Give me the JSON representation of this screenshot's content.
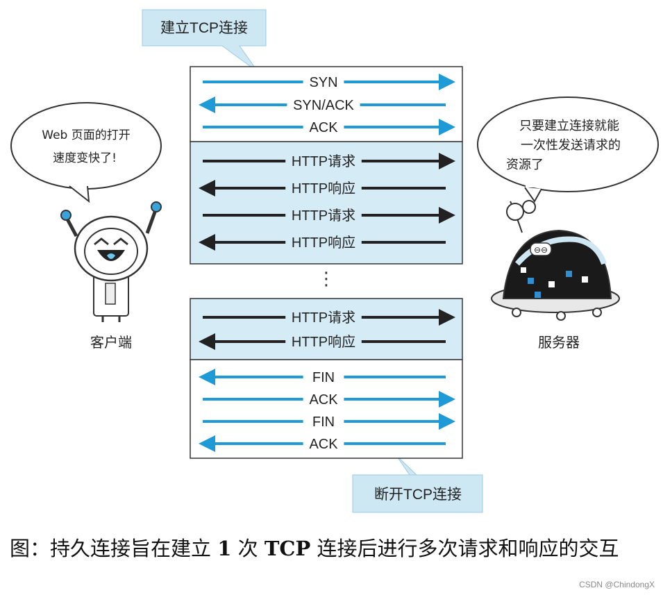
{
  "callouts": {
    "top": "建立TCP连接",
    "bottom": "断开TCP连接"
  },
  "speech": {
    "client_line1": "Web 页面的打开",
    "client_line2": "速度变快了!",
    "server_line1": "只要建立连接就能",
    "server_line2": "一次性发送请求的",
    "server_line3": "资源了"
  },
  "actors": {
    "client": "客户端",
    "server": "服务器"
  },
  "handshake": [
    {
      "label": "SYN",
      "dir": "right"
    },
    {
      "label": "SYN/ACK",
      "dir": "left"
    },
    {
      "label": "ACK",
      "dir": "right"
    }
  ],
  "http_block1": [
    {
      "label": "HTTP请求",
      "dir": "right"
    },
    {
      "label": "HTTP响应",
      "dir": "left"
    },
    {
      "label": "HTTP请求",
      "dir": "right"
    },
    {
      "label": "HTTP响应",
      "dir": "left"
    }
  ],
  "ellipsis": "⋮",
  "http_block2": [
    {
      "label": "HTTP请求",
      "dir": "right"
    },
    {
      "label": "HTTP响应",
      "dir": "left"
    }
  ],
  "teardown": [
    {
      "label": "FIN",
      "dir": "left"
    },
    {
      "label": "ACK",
      "dir": "right"
    },
    {
      "label": "FIN",
      "dir": "right"
    },
    {
      "label": "ACK",
      "dir": "left"
    }
  ],
  "colors": {
    "tcp_arrow": "#1e9ad6",
    "http_arrow": "#222222",
    "shaded": "#d5ebf6",
    "callout": "#cde7f3",
    "robot_eye": "#1e9ad6"
  },
  "caption": {
    "prefix": "图：持久连接旨在建立 ",
    "num": "1",
    "mid": " 次 ",
    "tcp": "TCP",
    "suffix": " 连接后进行多次请求和响应的交互"
  },
  "watermark": "CSDN @ChindongX"
}
